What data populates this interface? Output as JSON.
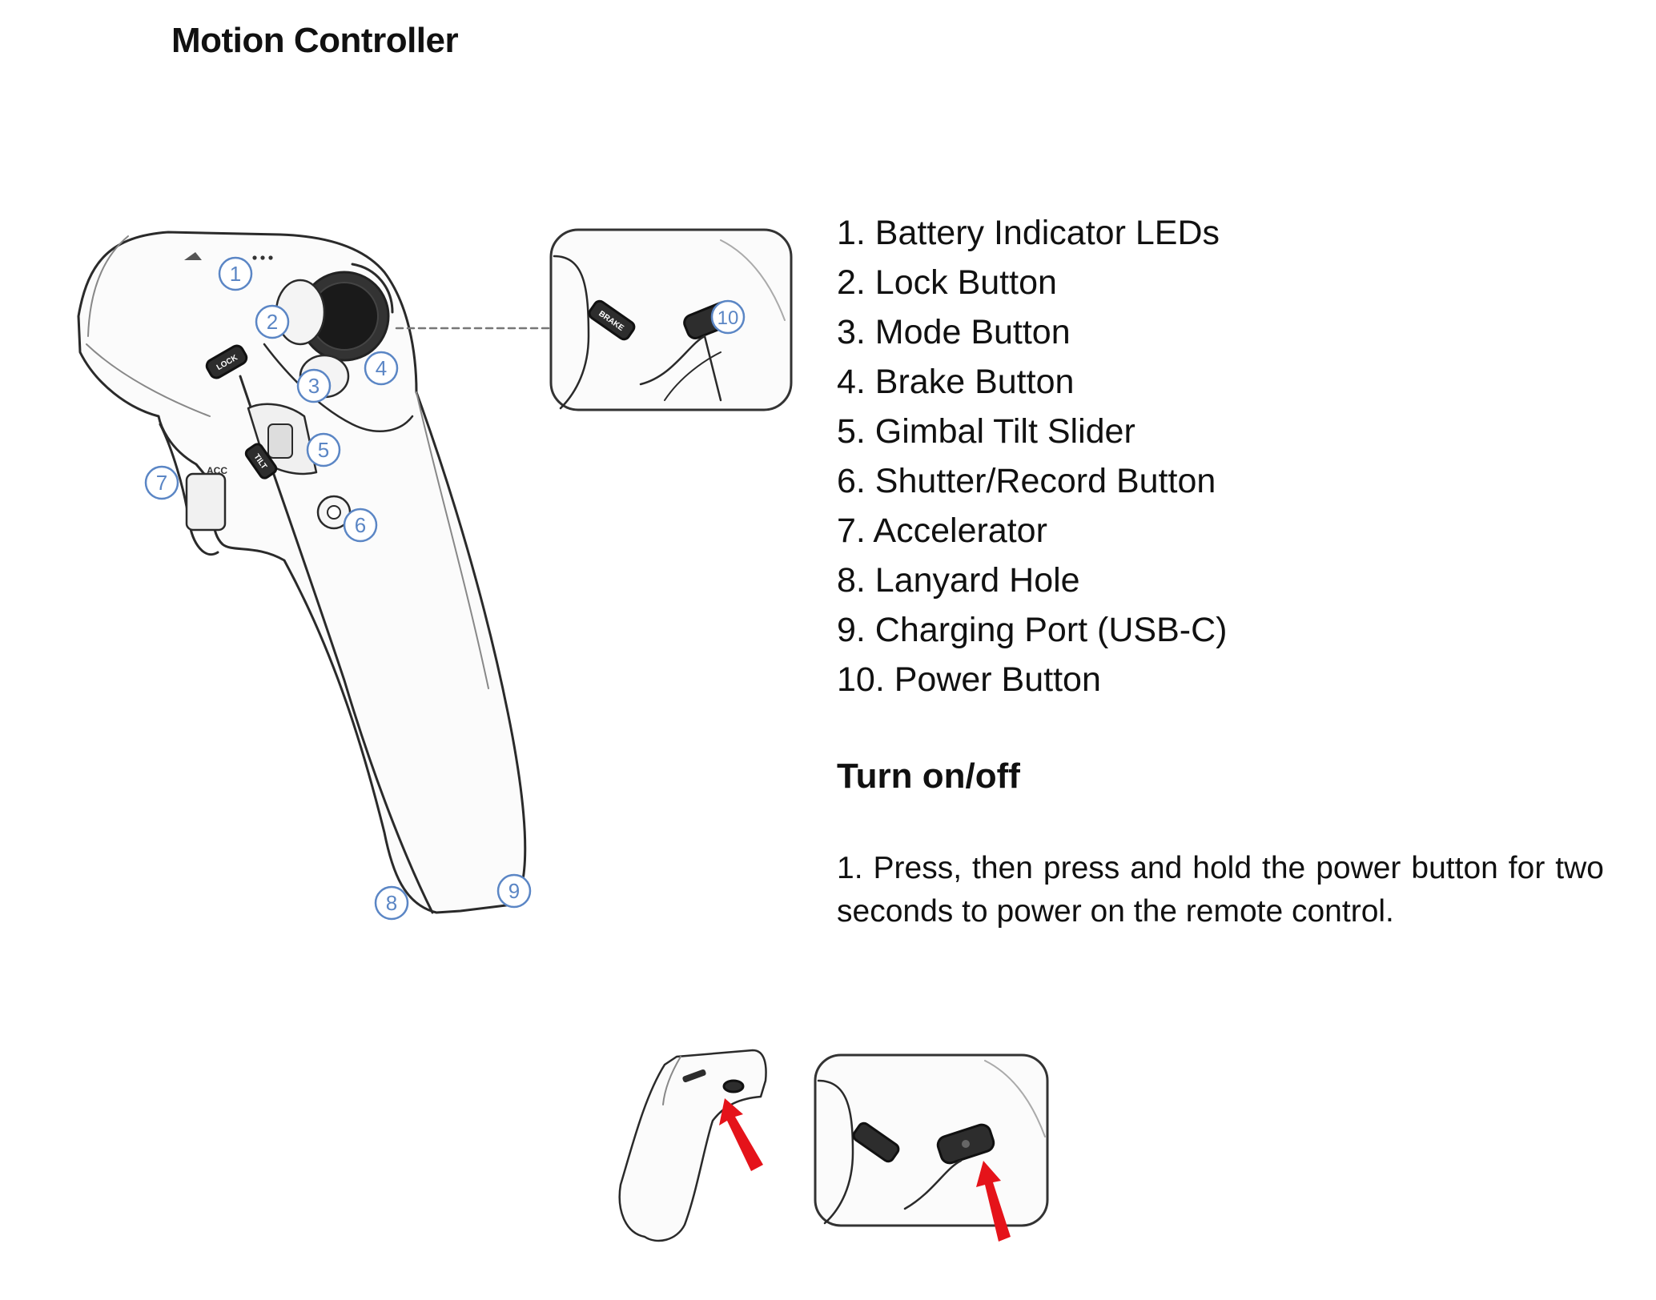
{
  "page": {
    "title": "Motion Controller"
  },
  "diagram": {
    "callouts": [
      "1",
      "2",
      "3",
      "4",
      "5",
      "6",
      "7",
      "8",
      "9",
      "10"
    ],
    "labels": {
      "lock": "LOCK",
      "brake": "BRAKE",
      "tilt": "TILT",
      "acc": "ACC"
    },
    "callout_color": "#5b86c5",
    "arrow_color": "#e5131a"
  },
  "parts": [
    "1. Battery Indicator LEDs",
    "2. Lock Button",
    "3. Mode Button",
    "4. Brake Button",
    "5. Gimbal Tilt Slider",
    "6. Shutter/Record Button",
    "7. Accelerator",
    "8. Lanyard Hole",
    "9. Charging Port (USB-C)",
    "10. Power Button"
  ],
  "turn_on_off": {
    "heading": "Turn on/off",
    "steps": [
      "1. Press, then press and hold the power button for two seconds to power on the remote control."
    ]
  }
}
